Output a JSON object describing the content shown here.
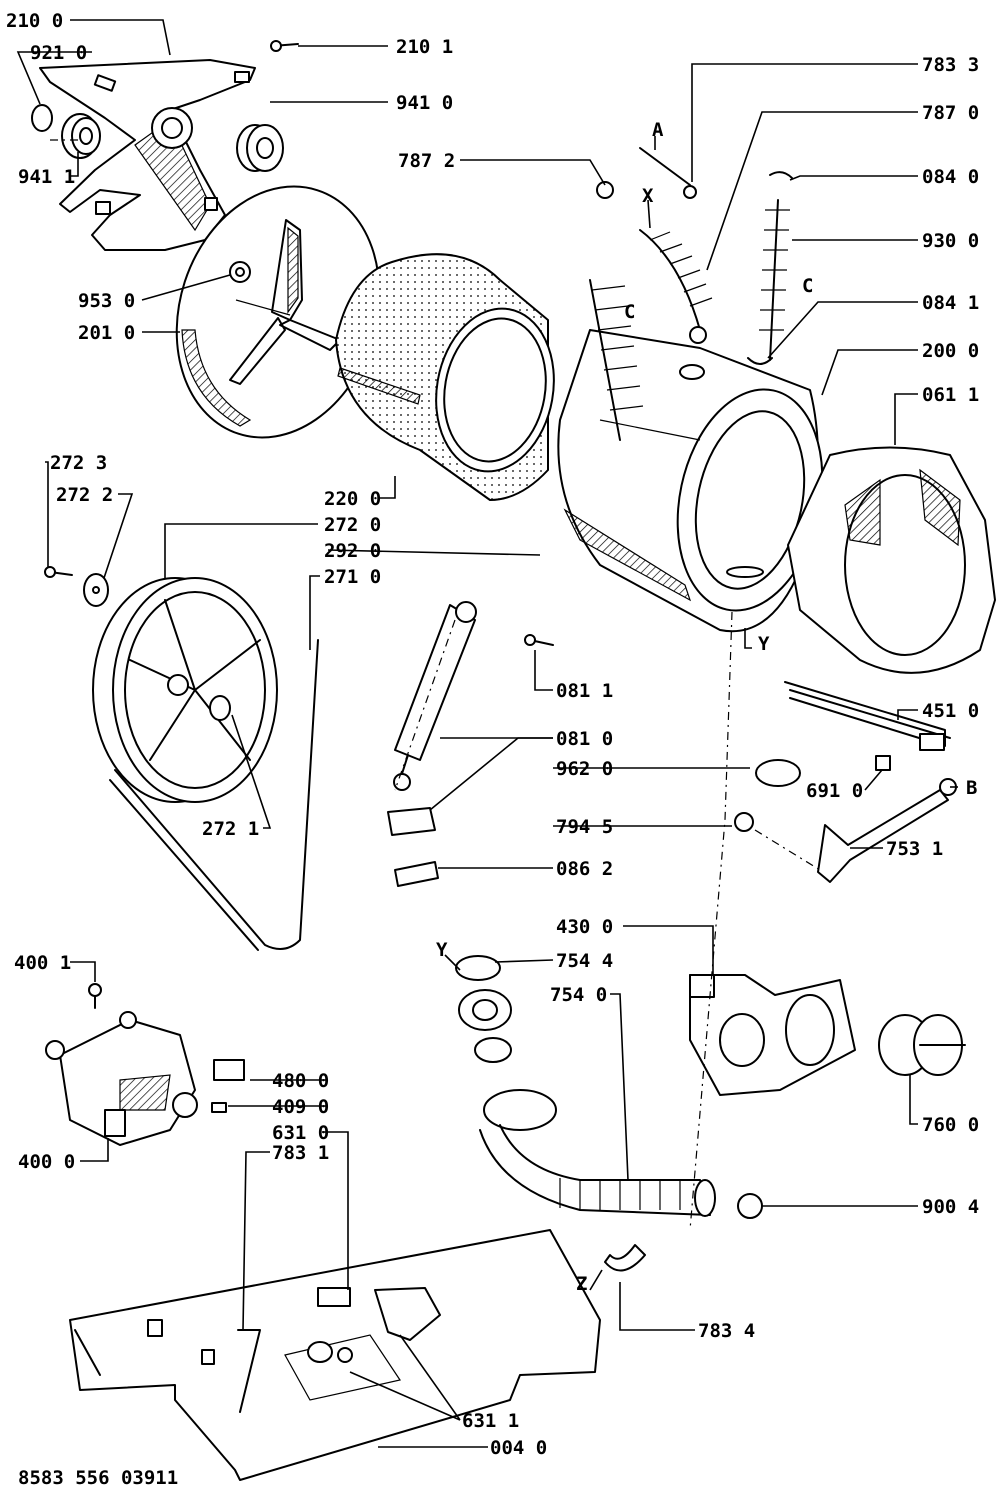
{
  "parts": [
    {
      "code": "210 0"
    },
    {
      "code": "921 0"
    },
    {
      "code": "941 1"
    },
    {
      "code": "210 1"
    },
    {
      "code": "941 0"
    },
    {
      "code": "783 3"
    },
    {
      "code": "787 0"
    },
    {
      "code": "787 2"
    },
    {
      "code": "084 0"
    },
    {
      "code": "930 0"
    },
    {
      "code": "084 1"
    },
    {
      "code": "953 0"
    },
    {
      "code": "201 0"
    },
    {
      "code": "200 0"
    },
    {
      "code": "061 1"
    },
    {
      "code": "272 3"
    },
    {
      "code": "272 2"
    },
    {
      "code": "220 0"
    },
    {
      "code": "272 0"
    },
    {
      "code": "292 0"
    },
    {
      "code": "271 0"
    },
    {
      "code": "081 1"
    },
    {
      "code": "451 0"
    },
    {
      "code": "081 0"
    },
    {
      "code": "962 0"
    },
    {
      "code": "691 0"
    },
    {
      "code": "272 1"
    },
    {
      "code": "794 5"
    },
    {
      "code": "753 1"
    },
    {
      "code": "086 2"
    },
    {
      "code": "430 0"
    },
    {
      "code": "400 1"
    },
    {
      "code": "754 4"
    },
    {
      "code": "754 0"
    },
    {
      "code": "480 0"
    },
    {
      "code": "409 0"
    },
    {
      "code": "631 0"
    },
    {
      "code": "400 0"
    },
    {
      "code": "783 1"
    },
    {
      "code": "760 0"
    },
    {
      "code": "900 4"
    },
    {
      "code": "783 4"
    },
    {
      "code": "631 1"
    },
    {
      "code": "004 0"
    }
  ],
  "markers": {
    "a": "A",
    "b": "B",
    "c1": "C",
    "c2": "C",
    "x": "X",
    "y1": "Y",
    "y2": "Y",
    "z": "Z"
  },
  "drawing_number": "8583 556 03911"
}
